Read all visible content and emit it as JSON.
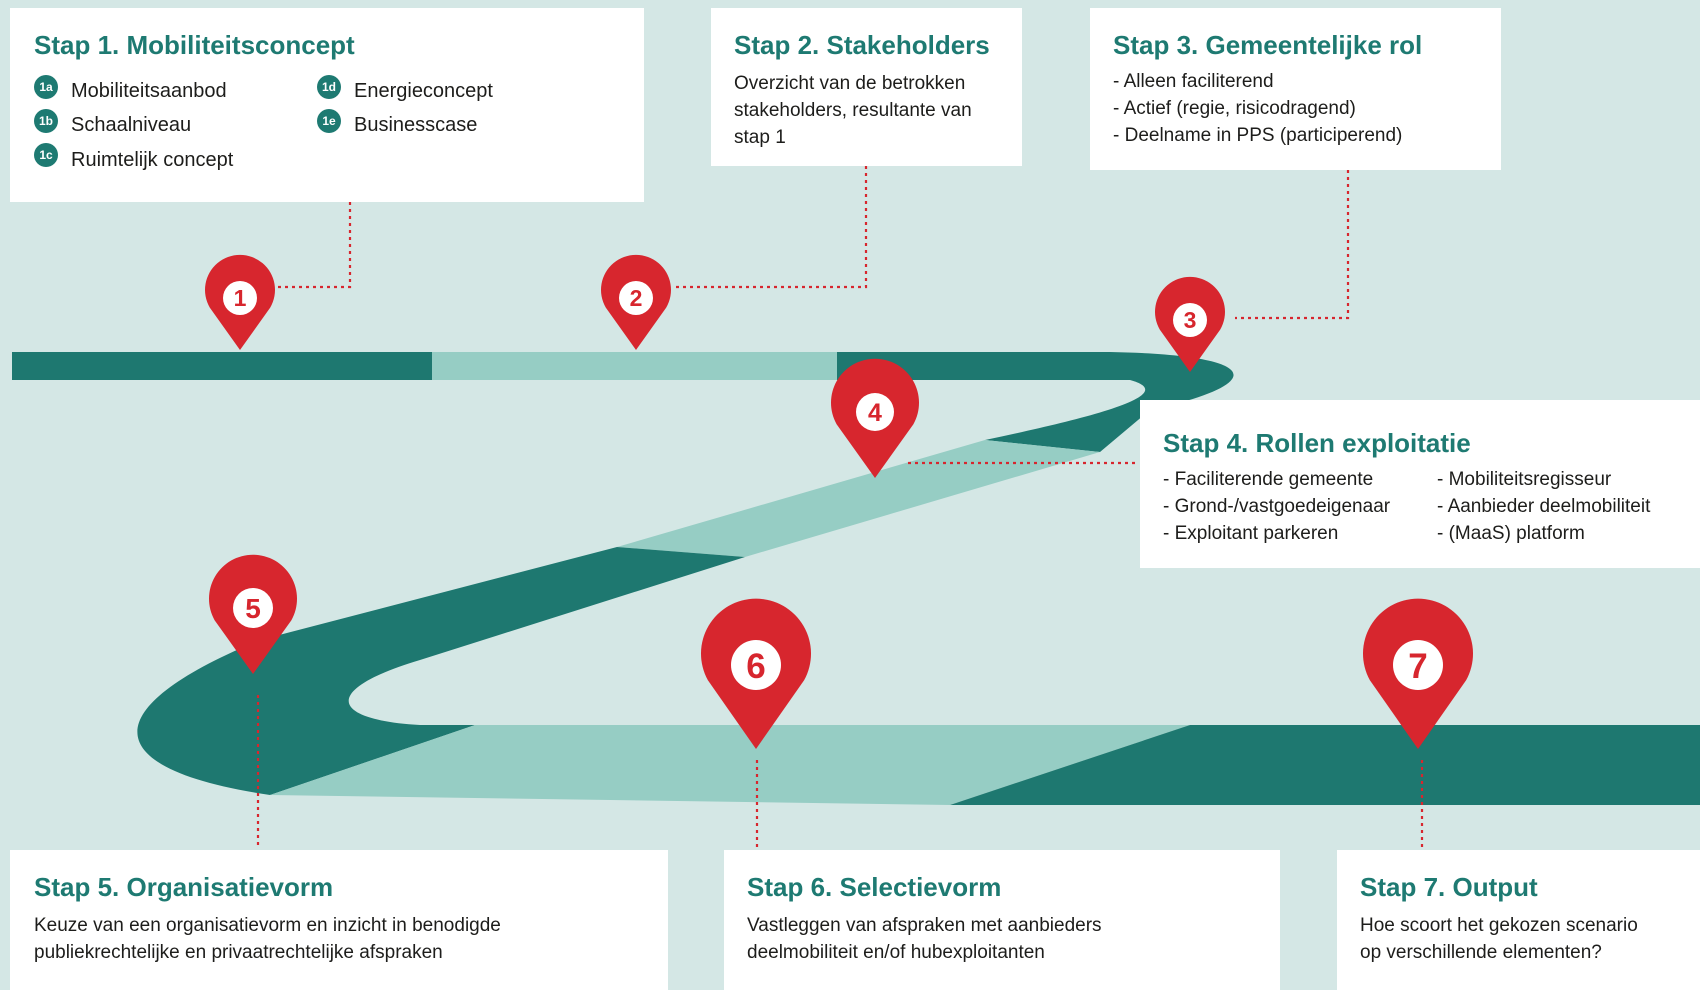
{
  "steps": {
    "s1": {
      "title": "Stap 1. Mobiliteitsconcept",
      "items": [
        {
          "badge": "1a",
          "label": "Mobiliteitsaanbod"
        },
        {
          "badge": "1b",
          "label": "Schaalniveau"
        },
        {
          "badge": "1c",
          "label": "Ruimtelijk concept"
        },
        {
          "badge": "1d",
          "label": "Energieconcept"
        },
        {
          "badge": "1e",
          "label": "Businesscase"
        }
      ]
    },
    "s2": {
      "title": "Stap 2. Stakeholders",
      "lines": [
        "Overzicht van de betrokken",
        "stakeholders, resultante van",
        "stap 1"
      ]
    },
    "s3": {
      "title": "Stap 3. Gemeentelijke rol",
      "items": [
        "Alleen faciliterend",
        "Actief (regie, risicodragend)",
        "Deelname in PPS (participerend)"
      ]
    },
    "s4": {
      "title": "Stap 4. Rollen exploitatie",
      "col1": [
        "Faciliterende gemeente",
        "Grond-/vastgoedeigenaar",
        "Exploitant parkeren"
      ],
      "col2": [
        "Mobiliteitsregisseur",
        "Aanbieder deelmobiliteit",
        "(MaaS) platform"
      ]
    },
    "s5": {
      "title": "Stap 5. Organisatievorm",
      "lines": [
        "Keuze van een organisatievorm en inzicht in benodigde",
        "publiekrechtelijke en privaatrechtelijke afspraken"
      ]
    },
    "s6": {
      "title": "Stap 6. Selectievorm",
      "lines": [
        "Vastleggen van afspraken met aanbieders",
        "deelmobiliteit en/of hubexploitanten"
      ]
    },
    "s7": {
      "title": "Stap 7. Output",
      "lines": [
        "Hoe scoort het gekozen scenario",
        "op verschillende elementen?"
      ]
    }
  },
  "pins": [
    "1",
    "2",
    "3",
    "4",
    "5",
    "6",
    "7"
  ],
  "colors": {
    "background": "#d4e7e5",
    "road_dark": "#1e7870",
    "road_light": "#96cdc4",
    "pin": "#d7262e",
    "title": "#1e7a72"
  }
}
